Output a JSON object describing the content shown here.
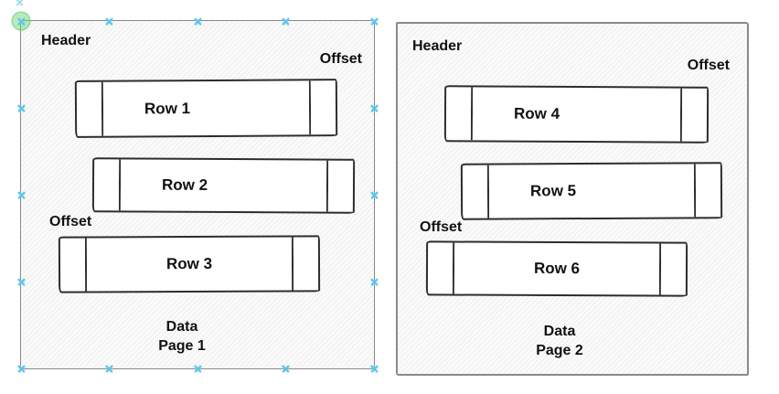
{
  "diagram": {
    "pages": [
      {
        "header_label": "Header",
        "offset_top_label": "Offset",
        "offset_mid_label": "Offset",
        "rows_top": [
          {
            "label": "Row 1"
          },
          {
            "label": "Row 2"
          }
        ],
        "rows_bottom": [
          {
            "label": "Row 3"
          }
        ],
        "footer": {
          "line1": "Data",
          "line2": "Page 1"
        },
        "selected": true
      },
      {
        "header_label": "Header",
        "offset_top_label": "Offset",
        "offset_mid_label": "Offset",
        "rows_top": [
          {
            "label": "Row 4"
          },
          {
            "label": "Row 5"
          }
        ],
        "rows_bottom": [
          {
            "label": "Row 6"
          }
        ],
        "footer": {
          "line1": "Data",
          "line2": "Page 2"
        },
        "selected": false
      }
    ],
    "colors": {
      "connection_point_blue": "#55c1ea",
      "connection_hover_green": "#6ed676",
      "shape_border_dark": "#2d2d2d",
      "panel_border_gray": "#8a8a8a",
      "text_black": "#111111"
    }
  }
}
